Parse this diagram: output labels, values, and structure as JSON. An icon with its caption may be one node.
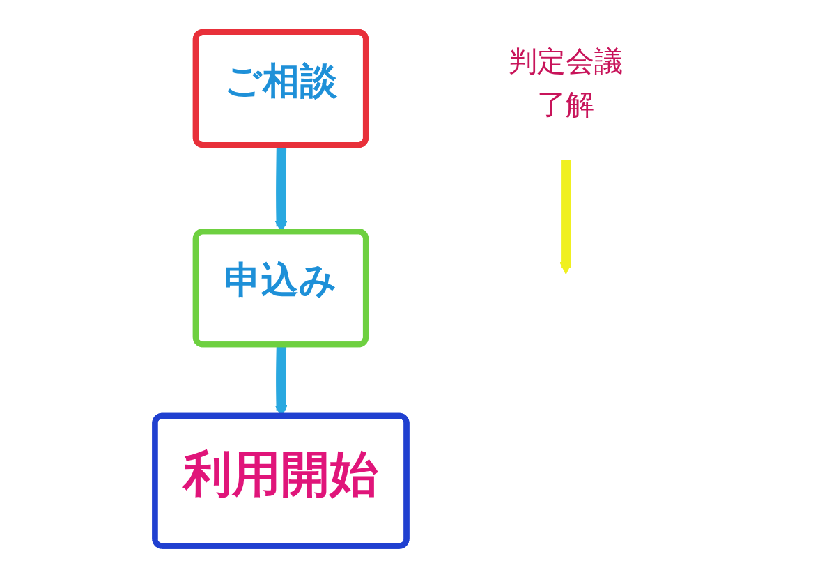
{
  "diagram": {
    "nodes": [
      {
        "text": [
          "ご相談"
        ]
      },
      {
        "text": [
          "申込み"
        ]
      },
      {
        "text": [
          "利用開始"
        ]
      },
      {
        "text": [
          "判定会議",
          "了解"
        ]
      }
    ],
    "edges": [
      {
        "from": 0,
        "to": 1,
        "arrow": "to",
        "color": "#29a8e0"
      },
      {
        "from": 1,
        "to": 2,
        "arrow": "to",
        "color": "#29a8e0"
      },
      {
        "from": 3,
        "to": null,
        "arrow": "to",
        "color": "#f0f020"
      }
    ]
  }
}
